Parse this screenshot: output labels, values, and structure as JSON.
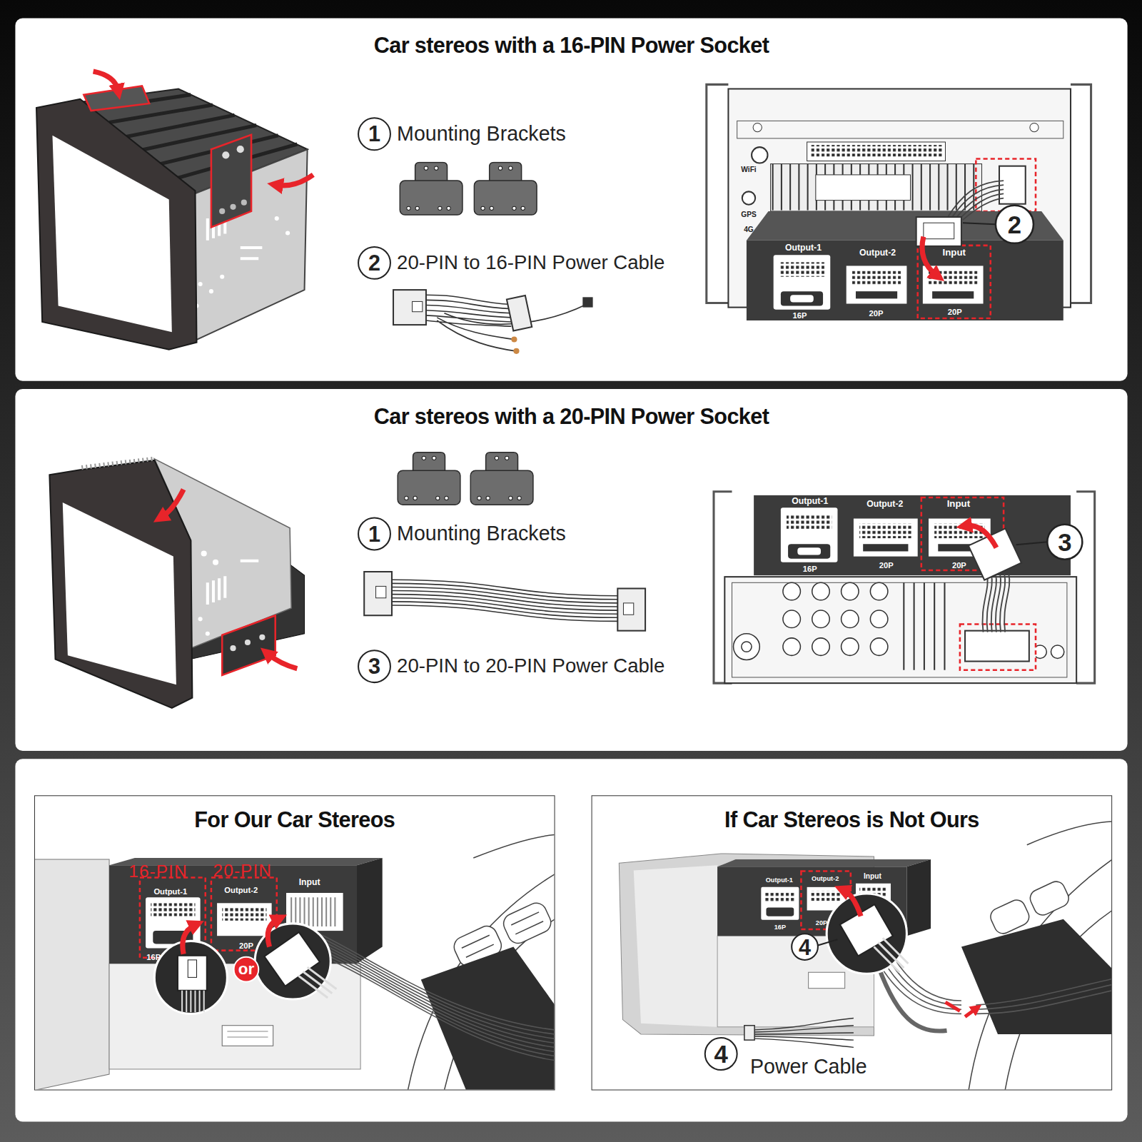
{
  "diagram": {
    "nodes": [
      {
        "text": [
          "Car stereos with a 16-PIN Power Socket"
        ]
      },
      {
        "text": [
          "Car stereos with a 20-PIN Power Socket"
        ]
      },
      {
        "text": [
          "For Our Car Stereos"
        ]
      },
      {
        "text": [
          "If Car Stereos is Not Ours"
        ]
      }
    ],
    "labels": [
      "1",
      "Mounting Brackets",
      "2",
      "20-PIN to 16-PIN Power Cable",
      "WiFi",
      "GPS",
      "4G",
      "Output-1",
      "Output-2",
      "Input",
      "16P",
      "20P",
      "20P",
      "2",
      "1",
      "Mounting Brackets",
      "3",
      "20-PIN to 20-PIN Power Cable",
      "Output-1",
      "Output-2",
      "Input",
      "16P",
      "20P",
      "20P",
      "3",
      "16-PIN",
      "20-PIN",
      "Output-1",
      "Output-2",
      "Input",
      "16P",
      "20P",
      "or",
      "Output-1",
      "Output-2",
      "Input",
      "16P",
      "20P",
      "4",
      "4",
      "Power Cable"
    ]
  }
}
